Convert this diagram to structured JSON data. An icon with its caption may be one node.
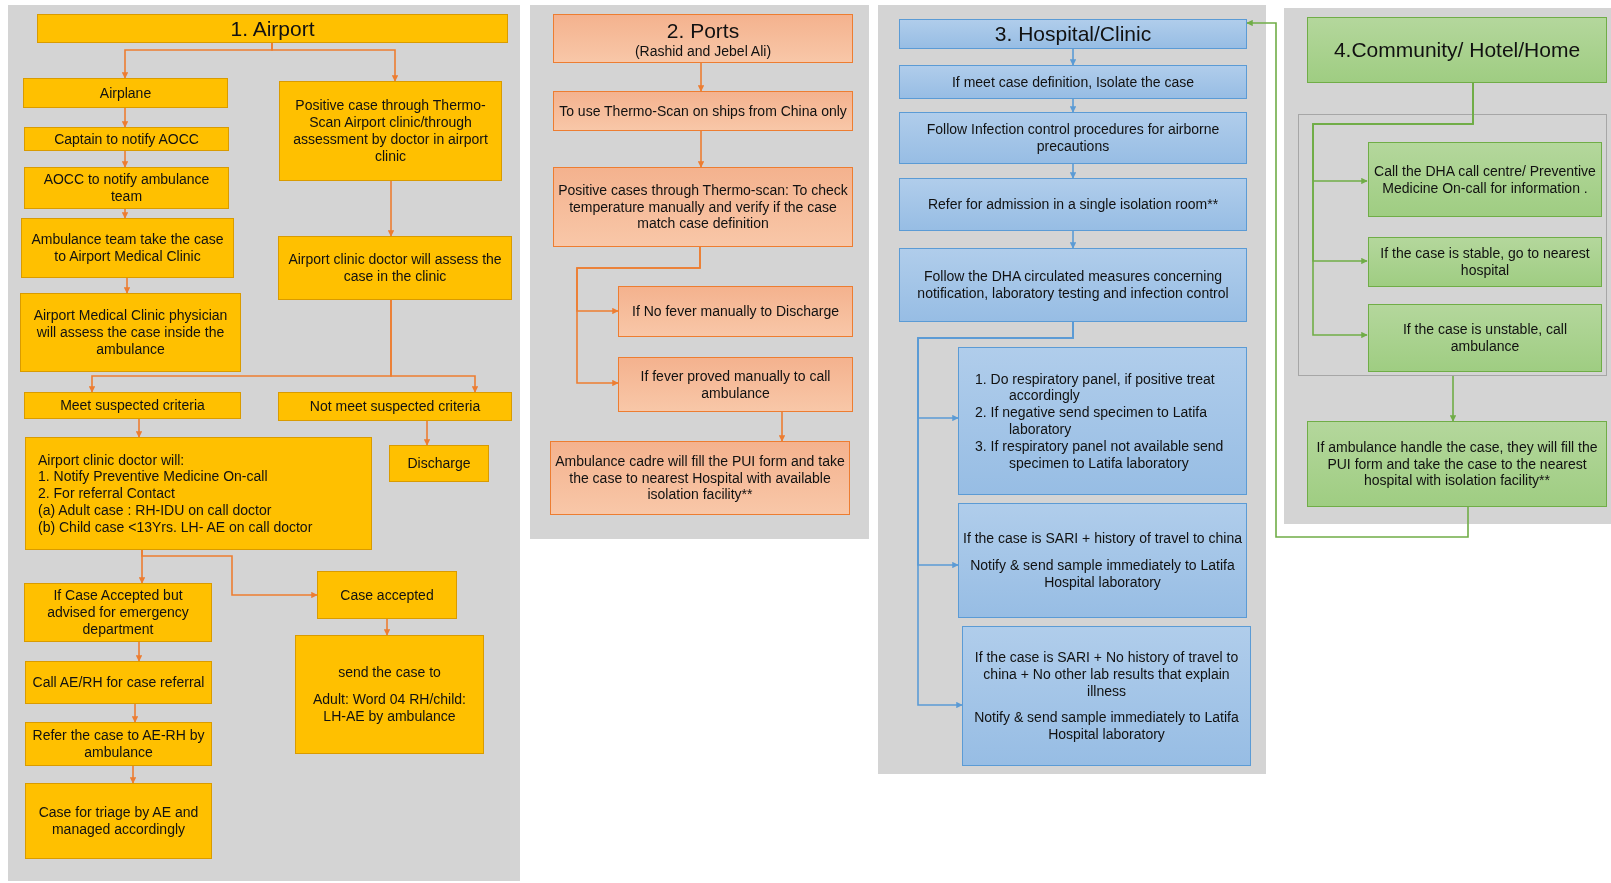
{
  "diagram": {
    "nodes": [
      {
        "text": [],
        "shape": "box"
      },
      {
        "text": [
          "1. Airport"
        ],
        "in": 0
      },
      {
        "text": [
          "Airplane"
        ],
        "in": 0
      },
      {
        "text": [
          "Captain to notify AOCC"
        ],
        "in": 0
      },
      {
        "text": [
          "AOCC to notify ambulance team"
        ],
        "in": 0
      },
      {
        "text": [
          "Ambulance team take the case to Airport Medical Clinic"
        ],
        "in": 0
      },
      {
        "text": [
          "Airport Medical Clinic physician will assess the case inside the ambulance"
        ],
        "in": 0
      },
      {
        "text": [
          "Positive case through Thermo-Scan Airport clinic/through assessment by doctor in airport clinic"
        ],
        "in": 0
      },
      {
        "text": [
          "Airport clinic doctor will assess the case in the clinic"
        ],
        "in": 0
      },
      {
        "text": [
          "Meet suspected criteria"
        ],
        "in": 0
      },
      {
        "text": [
          "Not meet suspected criteria"
        ],
        "in": 0
      },
      {
        "text": [
          "Airport clinic doctor will:",
          "1. Notify Preventive Medicine On-call",
          "2. For referral Contact",
          "(a)  Adult case : RH-IDU on call doctor",
          "(b)  Child case <13Yrs. LH- AE on call doctor"
        ],
        "in": 0
      },
      {
        "text": [
          "Discharge"
        ],
        "in": 0
      },
      {
        "text": [
          "If Case Accepted but advised for emergency department"
        ],
        "in": 0
      },
      {
        "text": [
          "Case accepted"
        ],
        "in": 0
      },
      {
        "text": [
          "Call AE/RH for case referral"
        ],
        "in": 0
      },
      {
        "text": [
          "send the case to",
          "Adult: Word 04 RH/child: LH-AE by ambulance"
        ],
        "in": 0
      },
      {
        "text": [
          "Refer the case to AE-RH by ambulance"
        ],
        "in": 0
      },
      {
        "text": [
          "Case for triage by AE and managed accordingly"
        ],
        "in": 0
      },
      {
        "text": [],
        "shape": "box"
      },
      {
        "text": [
          "2. Ports",
          "(Rashid and Jebel Ali)"
        ],
        "in": 19
      },
      {
        "text": [
          "To use Thermo-Scan on ships from China only"
        ],
        "in": 19
      },
      {
        "text": [
          "Positive cases through Thermo-scan: To check temperature manually and verify if the case match case definition"
        ],
        "in": 19
      },
      {
        "text": [
          "If No fever manually to Discharge"
        ],
        "in": 19
      },
      {
        "text": [
          "If fever proved manually to call ambulance"
        ],
        "in": 19
      },
      {
        "text": [
          "Ambulance cadre will fill the PUI form and take the case to nearest Hospital with available isolation facility**"
        ],
        "in": 19
      },
      {
        "text": [],
        "shape": "box"
      },
      {
        "text": [
          "3. Hospital/Clinic"
        ],
        "in": 26
      },
      {
        "text": [
          "If meet case definition, Isolate the case"
        ],
        "in": 26
      },
      {
        "text": [
          "Follow Infection control procedures for airborne precautions"
        ],
        "in": 26
      },
      {
        "text": [
          "Refer for admission in a single isolation room**"
        ],
        "in": 26
      },
      {
        "text": [
          "Follow the DHA circulated measures concerning notification, laboratory testing and infection control"
        ],
        "in": 26
      },
      {
        "text": [
          "1. Do respiratory panel, if positive treat accordingly",
          "2. If negative send specimen to Latifa laboratory",
          "3. If respiratory panel not available send specimen to Latifa laboratory"
        ],
        "in": 26
      },
      {
        "text": [
          "If the case is SARI + history of travel to china",
          "Notify & send sample immediately to Latifa Hospital laboratory"
        ],
        "in": 26
      },
      {
        "text": [
          "If the case is SARI + No history of travel to china + No other lab results that explain illness",
          "Notify & send sample immediately to Latifa Hospital laboratory"
        ],
        "in": 26
      },
      {
        "text": [],
        "shape": "box"
      },
      {
        "text": [
          "4.Community/ Hotel/Home"
        ],
        "in": 35
      },
      {
        "text": [],
        "shape": "box",
        "in": 35
      },
      {
        "text": [
          "Call the DHA call centre/ Preventive Medicine On-call for information ."
        ],
        "in": 37
      },
      {
        "text": [
          "If the case is stable, go to nearest hospital"
        ],
        "in": 37
      },
      {
        "text": [
          "If the case is unstable, call ambulance"
        ],
        "in": 37
      },
      {
        "text": [
          "If ambulance handle the case, they will fill the PUI form and take the case to the nearest hospital with isolation facility**"
        ],
        "in": 35
      }
    ],
    "edges": [
      {
        "from": 1,
        "to": 2,
        "arrow": "to"
      },
      {
        "from": 1,
        "to": 7,
        "arrow": "to"
      },
      {
        "from": 2,
        "to": 3,
        "arrow": "to"
      },
      {
        "from": 3,
        "to": 4,
        "arrow": "to"
      },
      {
        "from": 4,
        "to": 5,
        "arrow": "to"
      },
      {
        "from": 5,
        "to": 6,
        "arrow": "to"
      },
      {
        "from": 7,
        "to": 8,
        "arrow": "to"
      },
      {
        "from": 8,
        "to": 9,
        "arrow": "to"
      },
      {
        "from": 8,
        "to": 10,
        "arrow": "to"
      },
      {
        "from": 9,
        "to": 11,
        "arrow": "to"
      },
      {
        "from": 10,
        "to": 12,
        "arrow": "to"
      },
      {
        "from": 11,
        "to": 13,
        "arrow": "to"
      },
      {
        "from": 11,
        "to": 14,
        "arrow": "to"
      },
      {
        "from": 13,
        "to": 15,
        "arrow": "to"
      },
      {
        "from": 15,
        "to": 17,
        "arrow": "to"
      },
      {
        "from": 17,
        "to": 18,
        "arrow": "to"
      },
      {
        "from": 14,
        "to": 16,
        "arrow": "to"
      },
      {
        "from": 20,
        "to": 21,
        "arrow": "to"
      },
      {
        "from": 21,
        "to": 22,
        "arrow": "to"
      },
      {
        "from": 22,
        "to": 23,
        "arrow": "to"
      },
      {
        "from": 22,
        "to": 24,
        "arrow": "to"
      },
      {
        "from": 24,
        "to": 25,
        "arrow": "to"
      },
      {
        "from": 27,
        "to": 28,
        "arrow": "to",
        "color": "#5b9bd5"
      },
      {
        "from": 28,
        "to": 29,
        "arrow": "to",
        "color": "#5b9bd5"
      },
      {
        "from": 29,
        "to": 30,
        "arrow": "to",
        "color": "#5b9bd5"
      },
      {
        "from": 30,
        "to": 31,
        "arrow": "to",
        "color": "#5b9bd5"
      },
      {
        "from": 31,
        "to": 32,
        "arrow": "to",
        "color": "#5b9bd5"
      },
      {
        "from": 31,
        "to": 33,
        "arrow": "to",
        "color": "#5b9bd5"
      },
      {
        "from": 31,
        "to": 34,
        "arrow": "to",
        "color": "#5b9bd5"
      },
      {
        "from": 36,
        "to": 38,
        "arrow": "to",
        "color": "#70ad47"
      },
      {
        "from": 36,
        "to": 39,
        "arrow": "to",
        "color": "#70ad47"
      },
      {
        "from": 36,
        "to": 40,
        "arrow": "to",
        "color": "#70ad47"
      },
      {
        "from": 37,
        "to": 41,
        "arrow": "to",
        "color": "#70ad47"
      },
      {
        "from": 41,
        "to": 27,
        "arrow": "to",
        "color": "#70ad47"
      }
    ]
  }
}
